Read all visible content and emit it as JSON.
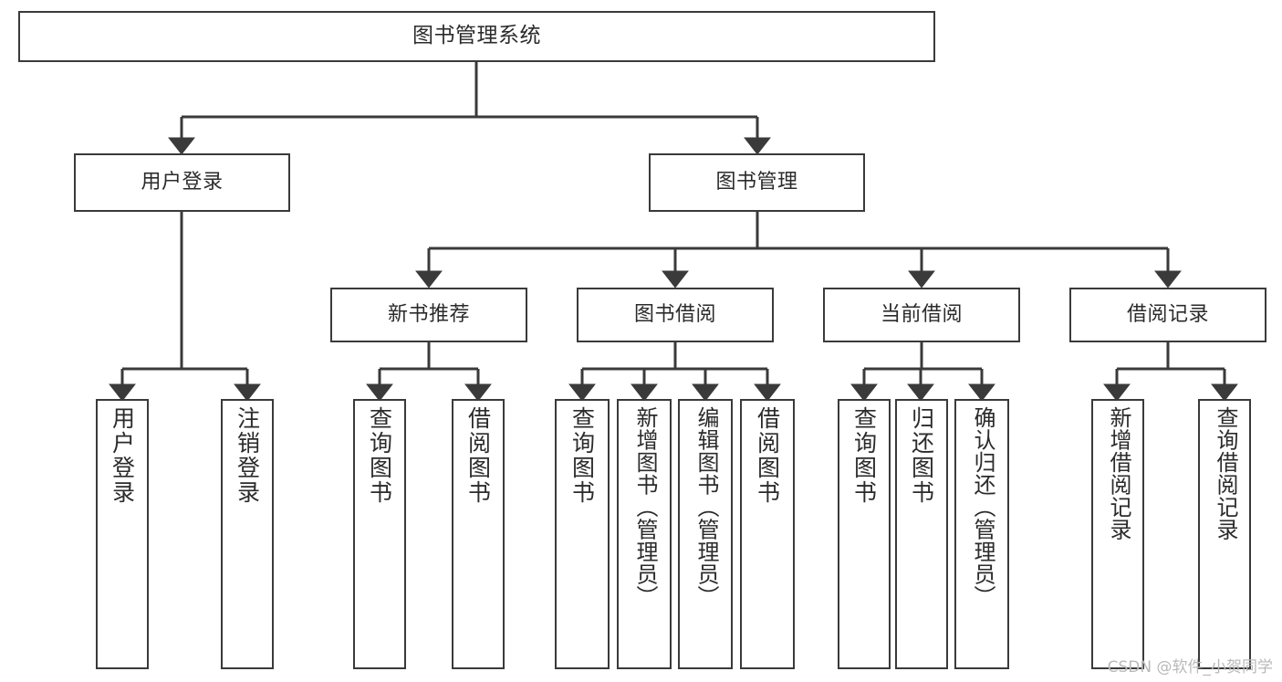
{
  "diagram": {
    "type": "tree-hierarchy-chart",
    "title": "图书管理系统",
    "orientation": "top-down",
    "colors": {
      "box_border": "#3a3a3a",
      "box_fill": "#ffffff",
      "edge": "#3a3a3a",
      "text": "#2b2b2b",
      "watermark": "#b9b9b9",
      "background": "#ffffff"
    }
  },
  "root": {
    "label": "图书管理系统"
  },
  "level2": [
    {
      "label": "用户登录"
    },
    {
      "label": "图书管理"
    }
  ],
  "level3": [
    {
      "label": "新书推荐"
    },
    {
      "label": "图书借阅"
    },
    {
      "label": "当前借阅"
    },
    {
      "label": "借阅记录"
    }
  ],
  "leaves": {
    "user_login": [
      {
        "label": "用户登录"
      },
      {
        "label": "注销登录"
      }
    ],
    "new_book_recommend": [
      {
        "label": "查询图书"
      },
      {
        "label": "借阅图书"
      }
    ],
    "book_borrow": [
      {
        "label": "查询图书"
      },
      {
        "label": "新增图书（管理员）"
      },
      {
        "label": "编辑图书（管理员）"
      },
      {
        "label": "借阅图书"
      }
    ],
    "current_borrow": [
      {
        "label": "查询图书"
      },
      {
        "label": "归还图书"
      },
      {
        "label": "确认归还（管理员）"
      }
    ],
    "borrow_record": [
      {
        "label": "新增借阅记录"
      },
      {
        "label": "查询借阅记录"
      }
    ]
  },
  "watermark": {
    "text": "CSDN @软件_小贺同学"
  }
}
